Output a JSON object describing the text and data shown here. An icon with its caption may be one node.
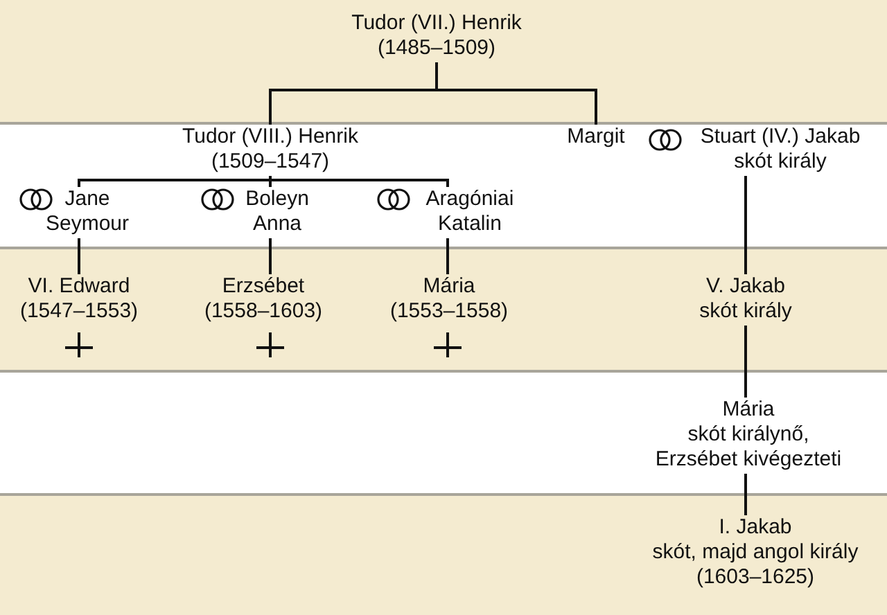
{
  "diagram": {
    "nodes": [
      {
        "text": [
          "Tudor (VII.) Henrik (1485–1509)"
        ]
      },
      {
        "text": [
          "Tudor (VIII.) Henrik (1509–1547)"
        ]
      },
      {
        "text": [
          "Margit"
        ]
      },
      {
        "text": [
          "Stuart (IV.) Jakab skót király"
        ]
      },
      {
        "text": [
          "Jane Seymour"
        ]
      },
      {
        "text": [
          "Boleyn Anna"
        ]
      },
      {
        "text": [
          "Aragóniai Katalin"
        ]
      },
      {
        "text": [
          "VI. Edward (1547–1553)"
        ]
      },
      {
        "text": [
          "Erzsébet (1558–1603)"
        ]
      },
      {
        "text": [
          "Mária (1553–1558)"
        ]
      },
      {
        "text": [
          "V. Jakab skót király"
        ]
      },
      {
        "text": [
          "Mária skót királynő, Erzsébet kivégezteti"
        ]
      },
      {
        "text": [
          "I. Jakab skót, majd angol király (1603–1625)"
        ]
      }
    ],
    "edges": [
      {
        "from": 0,
        "to": 1,
        "arrow": "none"
      },
      {
        "from": 0,
        "to": 2,
        "arrow": "none"
      },
      {
        "from": 1,
        "to": 4,
        "arrow": "none"
      },
      {
        "from": 1,
        "to": 5,
        "arrow": "none"
      },
      {
        "from": 1,
        "to": 6,
        "arrow": "none"
      },
      {
        "from": 4,
        "to": 7,
        "arrow": "none"
      },
      {
        "from": 5,
        "to": 8,
        "arrow": "none"
      },
      {
        "from": 6,
        "to": 9,
        "arrow": "none"
      },
      {
        "from": 3,
        "to": 10,
        "arrow": "none"
      },
      {
        "from": 10,
        "to": 11,
        "arrow": "none"
      },
      {
        "from": 11,
        "to": 12,
        "arrow": "none"
      }
    ]
  }
}
